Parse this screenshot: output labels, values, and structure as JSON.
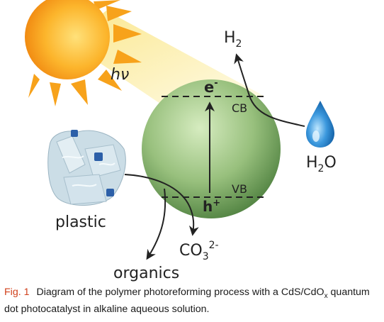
{
  "diagram": {
    "light_label": "hν",
    "electron_label": "e",
    "electron_sup": "-",
    "cb_label": "CB",
    "vb_label": "VB",
    "hole_label": "h",
    "hole_sup": "+",
    "h2_main": "H",
    "h2_sub": "2",
    "h2o_main": "H",
    "h2o_sub": "2",
    "h2o_end": "O",
    "co3_main": "CO",
    "co3_sub": "3",
    "co3_sup": "2-",
    "plastic_label": "plastic",
    "organics_label": "organics"
  },
  "caption": {
    "label": "Fig. 1",
    "text_part1": "Diagram of the polymer photoreforming process with a CdS/CdO",
    "text_sub": "x",
    "text_part2": " quantum dot photocatalyst in alkaline aqueous solution."
  },
  "colors": {
    "sun": "#f7a21b",
    "sun_core": "#fcc43a",
    "light_beam": "#fdf1a8",
    "particle_light": "#d6ecc0",
    "particle_dark": "#4d7f3e",
    "drop": "#1f78c4",
    "caption_label": "#d0401b"
  }
}
